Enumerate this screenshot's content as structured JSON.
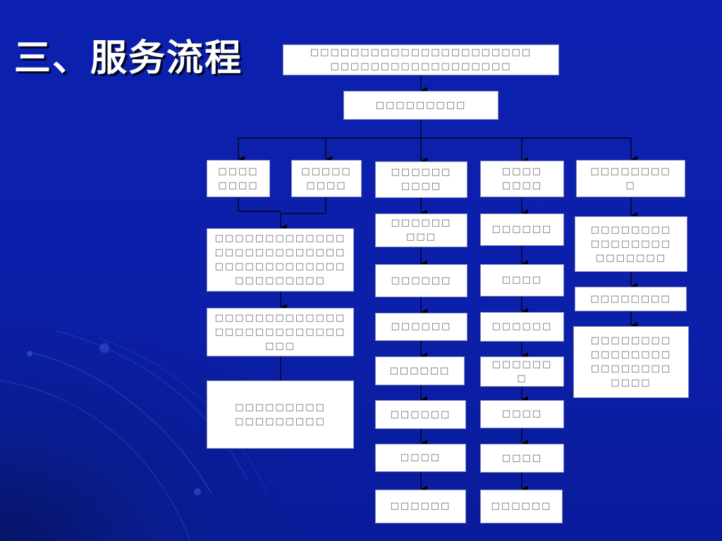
{
  "title": "三、服务流程",
  "diagram": {
    "boxes": {
      "top": "□□□□□□□□□□□□□□□□□□□□□□\n□□□□□□□□□□□□□□□□□□",
      "second": "□□□□□□□□□",
      "c1a": "□□□□\n□□□□",
      "c1b": "□□□□□\n□□□□",
      "c1_s1": "□□□□□□□□□□□□□\n□□□□□□□□□□□□□\n□□□□□□□□□□□□□\n□□□□□□□□□",
      "c1_s2": "□□□□□□□□□□□□□\n□□□□□□□□□□□□□\n□□□",
      "c1_s3": "□□□□□□□□□\n□□□□□□□□□",
      "c2_h": "□□□□□□\n□□□□",
      "c2_1": "□□□□□□\n□□□",
      "c2_2": "□□□□□□",
      "c2_3": "□□□□□□",
      "c2_4": "□□□□□□",
      "c2_5": "□□□□□□",
      "c2_6": "□□□□",
      "c2_7": "□□□□□□",
      "c3_h": "□□□□\n□□□□",
      "c3_1": "□□□□□□",
      "c3_2": "□□□□",
      "c3_3": "□□□□□□",
      "c3_4": "□□□□□□\n□",
      "c3_5": "□□□□",
      "c3_6": "□□□□",
      "c3_7": "□□□□□□",
      "c4_h": "□□□□□□□□\n□",
      "c4_1": "□□□□□□□□\n□□□□□□□□\n□□□□□□□",
      "c4_2": "□□□□□□□□",
      "c4_3": "□□□□□□□□\n□□□□□□□□\n□□□□□□□□\n□□□□"
    }
  }
}
